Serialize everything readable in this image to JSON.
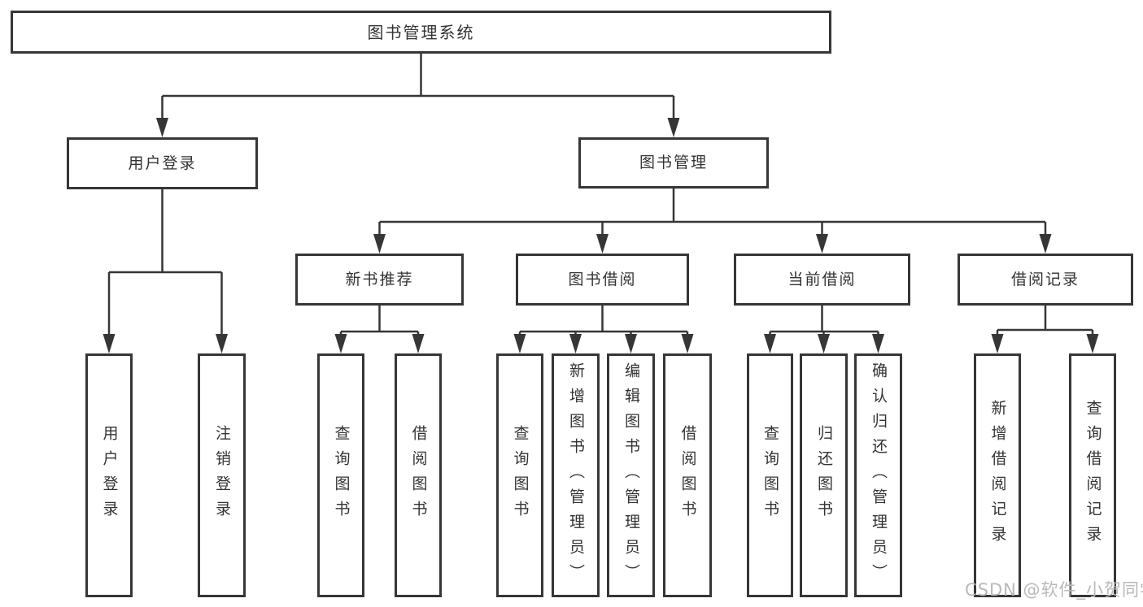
{
  "diagram": {
    "title": "图书管理系统",
    "type": "tree",
    "colors": {
      "line": "#363636",
      "box_border": "#363636",
      "box_fill": "#ffffff",
      "text": "#333333",
      "background": "#ffffff"
    },
    "nodes": [
      {
        "id": "root",
        "label": "图书管理系统",
        "level": 0
      },
      {
        "id": "user-login",
        "label": "用户登录",
        "level": 1
      },
      {
        "id": "book-mgmt",
        "label": "图书管理",
        "level": 1
      },
      {
        "id": "new-book-rec",
        "label": "新书推荐",
        "level": 2
      },
      {
        "id": "book-borrow",
        "label": "图书借阅",
        "level": 2
      },
      {
        "id": "current-borrow",
        "label": "当前借阅",
        "level": 2
      },
      {
        "id": "borrow-record",
        "label": "借阅记录",
        "level": 2
      },
      {
        "id": "leaf-user-login",
        "label": "用户登录",
        "level": 3
      },
      {
        "id": "leaf-logout",
        "label": "注销登录",
        "level": 3
      },
      {
        "id": "leaf-rec-query",
        "label": "查询图书",
        "level": 3
      },
      {
        "id": "leaf-rec-borrow",
        "label": "借阅图书",
        "level": 3
      },
      {
        "id": "leaf-bb-query",
        "label": "查询图书",
        "level": 3
      },
      {
        "id": "leaf-bb-add",
        "label": "新增图书（管理员）",
        "level": 3
      },
      {
        "id": "leaf-bb-edit",
        "label": "编辑图书（管理员）",
        "level": 3
      },
      {
        "id": "leaf-bb-borrow",
        "label": "借阅图书",
        "level": 3
      },
      {
        "id": "leaf-cb-query",
        "label": "查询图书",
        "level": 3
      },
      {
        "id": "leaf-cb-return",
        "label": "归还图书",
        "level": 3
      },
      {
        "id": "leaf-cb-confirm",
        "label": "确认归还（管理员）",
        "level": 3
      },
      {
        "id": "leaf-br-add",
        "label": "新增借阅记录",
        "level": 3
      },
      {
        "id": "leaf-br-query",
        "label": "查询借阅记录",
        "level": 3
      }
    ],
    "edges": [
      [
        "root",
        "user-login"
      ],
      [
        "root",
        "book-mgmt"
      ],
      [
        "user-login",
        "leaf-user-login"
      ],
      [
        "user-login",
        "leaf-logout"
      ],
      [
        "book-mgmt",
        "new-book-rec"
      ],
      [
        "book-mgmt",
        "book-borrow"
      ],
      [
        "book-mgmt",
        "current-borrow"
      ],
      [
        "book-mgmt",
        "borrow-record"
      ],
      [
        "new-book-rec",
        "leaf-rec-query"
      ],
      [
        "new-book-rec",
        "leaf-rec-borrow"
      ],
      [
        "book-borrow",
        "leaf-bb-query"
      ],
      [
        "book-borrow",
        "leaf-bb-add"
      ],
      [
        "book-borrow",
        "leaf-bb-edit"
      ],
      [
        "book-borrow",
        "leaf-bb-borrow"
      ],
      [
        "current-borrow",
        "leaf-cb-query"
      ],
      [
        "current-borrow",
        "leaf-cb-return"
      ],
      [
        "current-borrow",
        "leaf-cb-confirm"
      ],
      [
        "borrow-record",
        "leaf-br-add"
      ],
      [
        "borrow-record",
        "leaf-br-query"
      ]
    ]
  },
  "watermark": {
    "text": "CSDN @软件_小贺同学",
    "color": "#b9b9b9"
  }
}
